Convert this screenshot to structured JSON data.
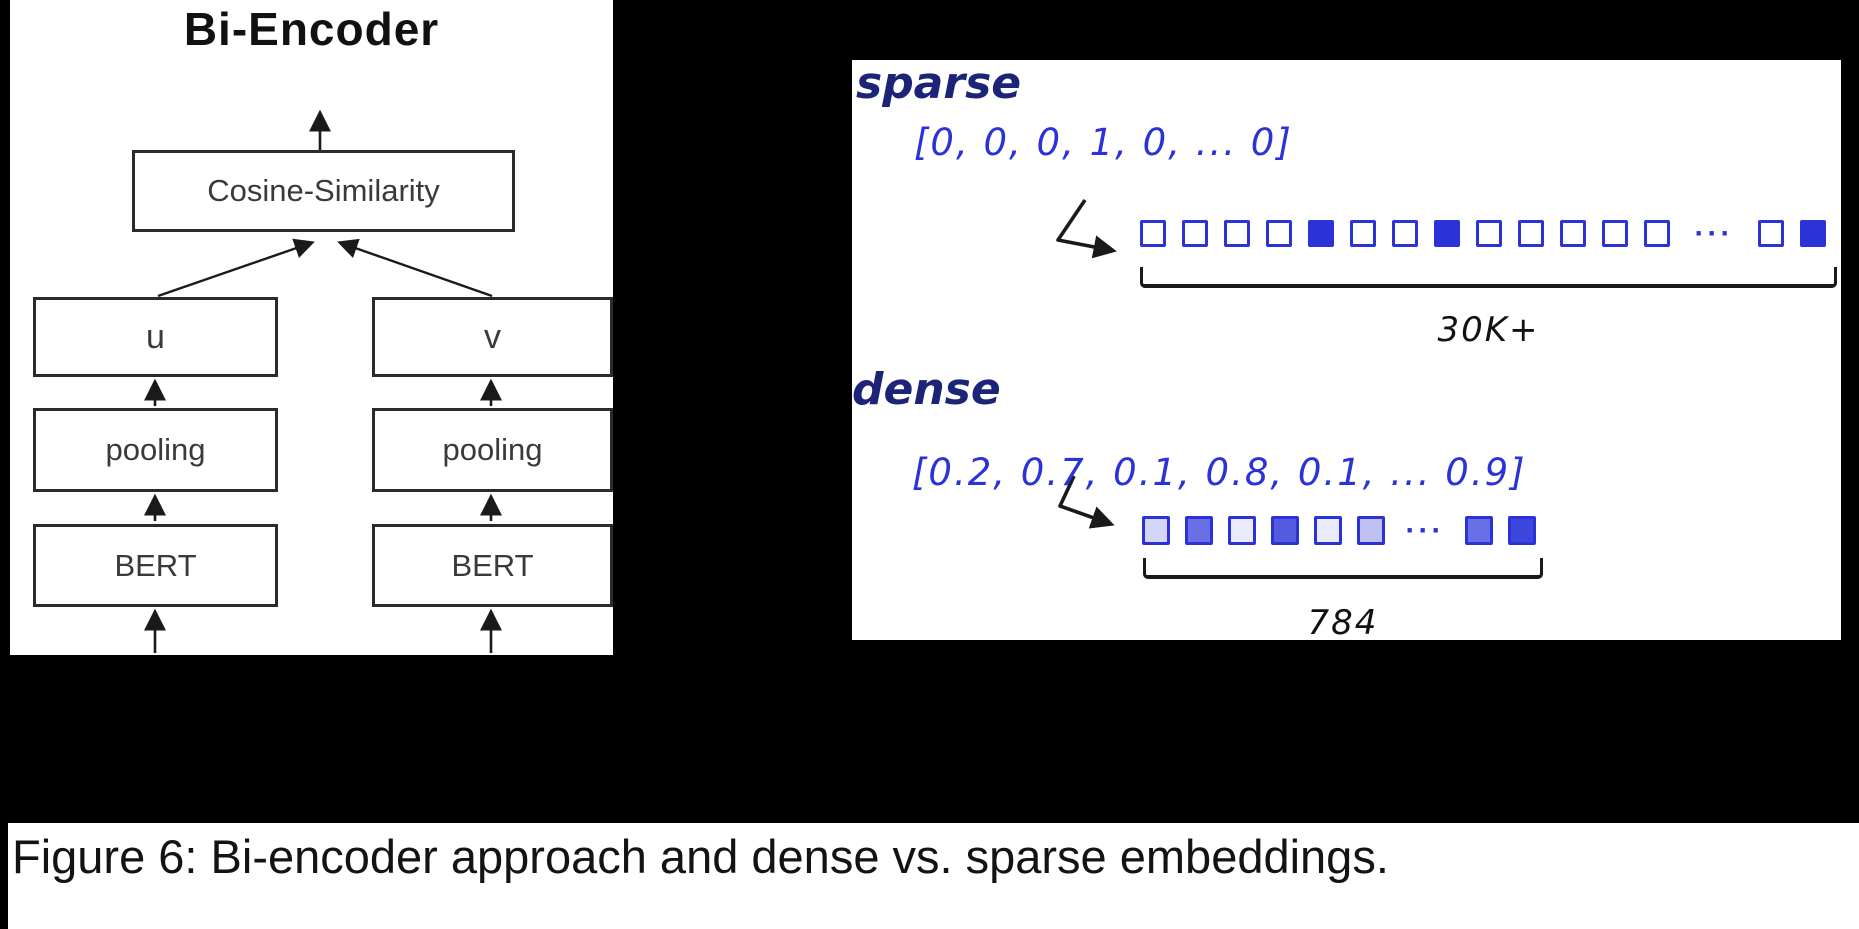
{
  "left_panel": {
    "title": "Bi-Encoder",
    "boxes": {
      "cosine": "Cosine-Similarity",
      "u": "u",
      "v": "v",
      "pooling_left": "pooling",
      "pooling_right": "pooling",
      "bert_left": "BERT",
      "bert_right": "BERT"
    }
  },
  "right_panel": {
    "sparse": {
      "label": "sparse",
      "vector_text": "[0, 0, 0, 1, 0, ... 0]",
      "cells": [
        0,
        0,
        0,
        0,
        1,
        0,
        0,
        1,
        0,
        0,
        0,
        0,
        0,
        "…",
        0,
        1
      ],
      "size_label": "30K+"
    },
    "dense": {
      "label": "dense",
      "vector_text": "[0.2, 0.7, 0.1, 0.8, 0.1, ... 0.9]",
      "cells": [
        0.2,
        0.7,
        0.1,
        0.8,
        0.1,
        0.3,
        "…",
        0.7,
        0.9
      ],
      "size_label": "784"
    },
    "colors": {
      "navy": "#1c2478",
      "blue": "#2a32d8",
      "ink": "#1a1a1a"
    }
  },
  "caption": {
    "text": "Figure 6: Bi-encoder approach and dense vs. sparse embeddings."
  }
}
